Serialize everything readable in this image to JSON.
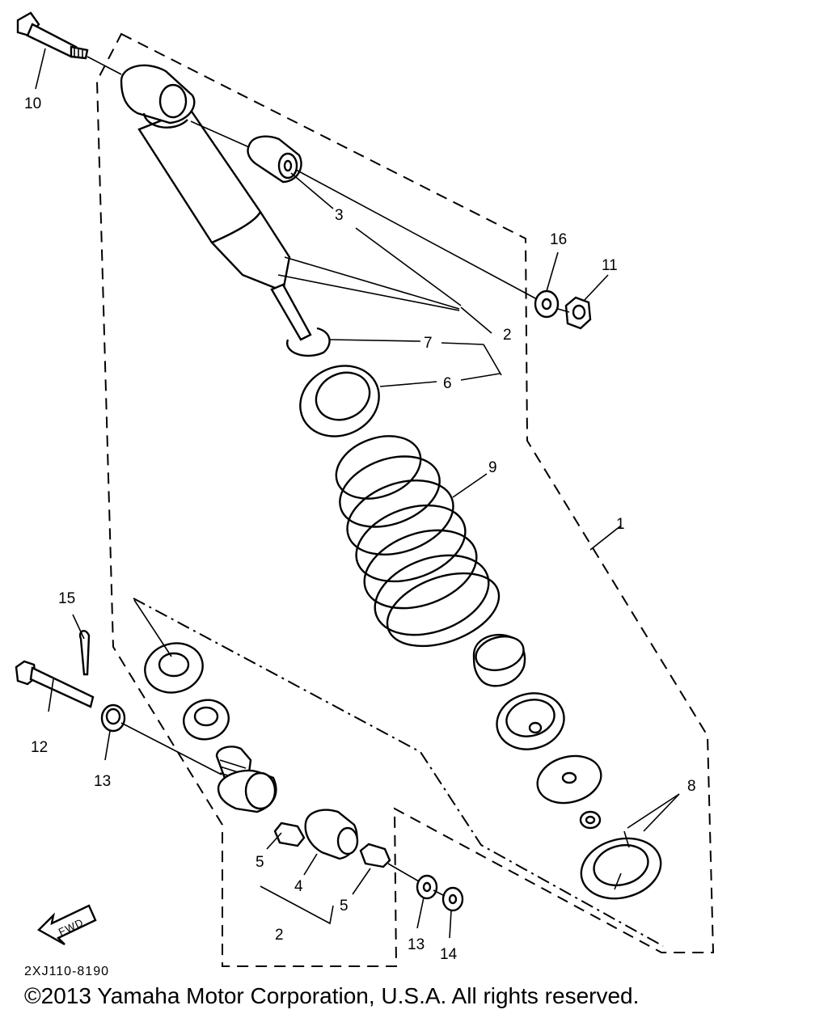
{
  "diagram": {
    "callouts": {
      "c1": "1",
      "c2_upper": "2",
      "c2_lower": "2",
      "c3": "3",
      "c4": "4",
      "c5_left": "5",
      "c5_right": "5",
      "c6": "6",
      "c7": "7",
      "c8": "8",
      "c9": "9",
      "c10": "10",
      "c11": "11",
      "c12": "12",
      "c13_left": "13",
      "c13_right": "13",
      "c14": "14",
      "c15": "15",
      "c16": "16"
    },
    "fwd_label": "FWD",
    "diagram_code": "2XJ110-8190"
  },
  "footer": {
    "copyright": "©2013 Yamaha Motor Corporation, U.S.A. All rights reserved."
  }
}
